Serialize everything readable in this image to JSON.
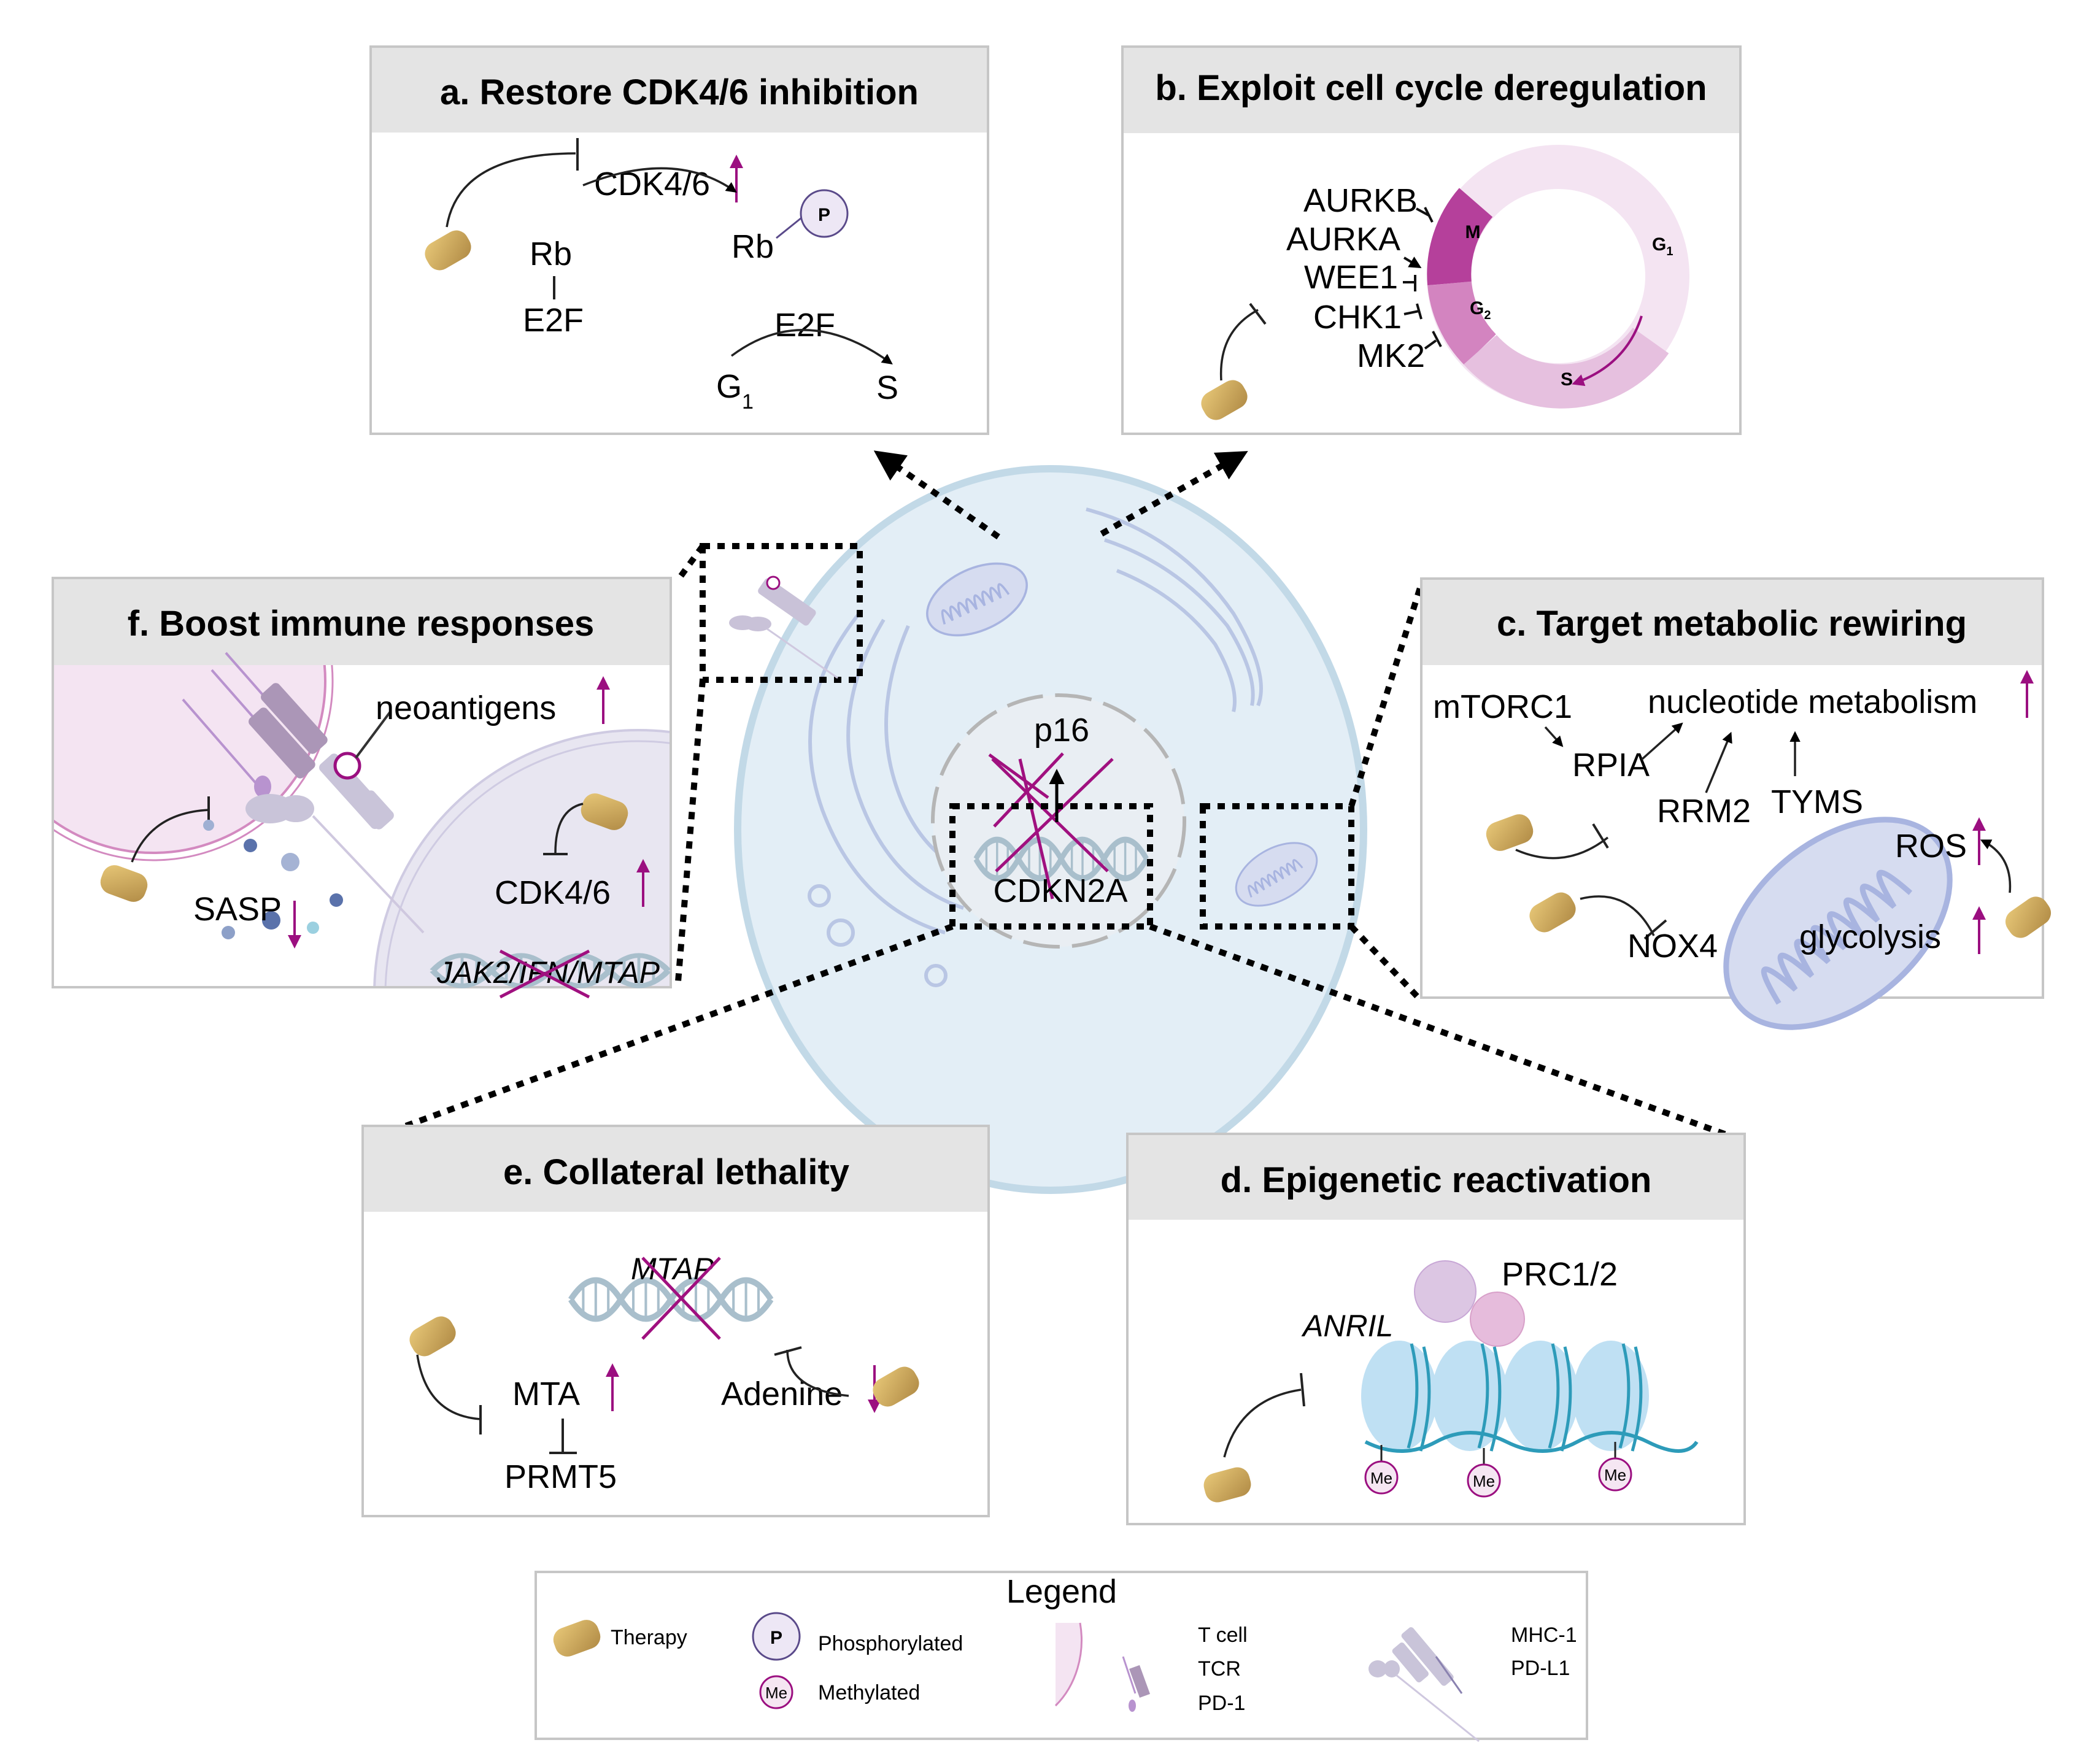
{
  "figure": {
    "center": {
      "gene": "CDKN2A",
      "protein": "p16"
    },
    "panels": {
      "a": {
        "title": "a. Restore CDK4/6 inhibition",
        "labels": {
          "cdk": "CDK4/6",
          "rb_left": "Rb",
          "e2f_left": "E2F",
          "rb_right": "Rb",
          "phospho": "P",
          "e2f_right": "E2F",
          "g": "G",
          "g_sub": "1",
          "s": "S"
        }
      },
      "b": {
        "title": "b. Exploit cell cycle deregulation",
        "targets": [
          "AURKB",
          "AURKA",
          "WEE1",
          "CHK1",
          "MK2"
        ],
        "cycle": {
          "m": "M",
          "g2": "G",
          "g2_sub": "2",
          "s": "S",
          "g1": "G",
          "g1_sub": "1"
        }
      },
      "c": {
        "title": "c. Target metabolic rewiring",
        "labels": {
          "mtorc1": "mTORC1",
          "nucleotide": "nucleotide metabolism",
          "rpia": "RPIA",
          "rrm2": "RRM2",
          "tyms": "TYMS",
          "ros": "ROS",
          "nox4": "NOX4",
          "glycolysis": "glycolysis"
        }
      },
      "d": {
        "title": "d. Epigenetic reactivation",
        "labels": {
          "anril": "ANRIL",
          "prc": "PRC1/2",
          "me": "Me"
        }
      },
      "e": {
        "title": "e. Collateral lethality",
        "labels": {
          "mtap": "MTAP",
          "mta": "MTA",
          "adenine": "Adenine",
          "prmt5": "PRMT5"
        }
      },
      "f": {
        "title": "f. Boost immune responses",
        "labels": {
          "neoantigens": "neoantigens",
          "cdk": "CDK4/6",
          "sasp": "SASP",
          "genes": "JAK2/IFN/MTAP"
        }
      }
    },
    "legend": {
      "title": "Legend",
      "therapy": "Therapy",
      "phospho_symbol": "P",
      "phosphorylated": "Phosphorylated",
      "methyl_symbol": "Me",
      "methylated": "Methylated",
      "tcell": "T cell",
      "tcr": "TCR",
      "pd1": "PD-1",
      "mhc": "MHC-1",
      "pdl1": "PD-L1"
    },
    "colors": {
      "accent_magenta": "#9b0f80",
      "therapy_gold": "#d9b35f",
      "cell_fill": "#e3eef6",
      "cell_border": "#c2d9e7",
      "phase_m": "#b5409b",
      "phase_g2": "#d384c0",
      "phase_s": "#e6c0df",
      "phase_g1": "#f4e4f2",
      "header_gray": "#e4e4e4"
    }
  }
}
